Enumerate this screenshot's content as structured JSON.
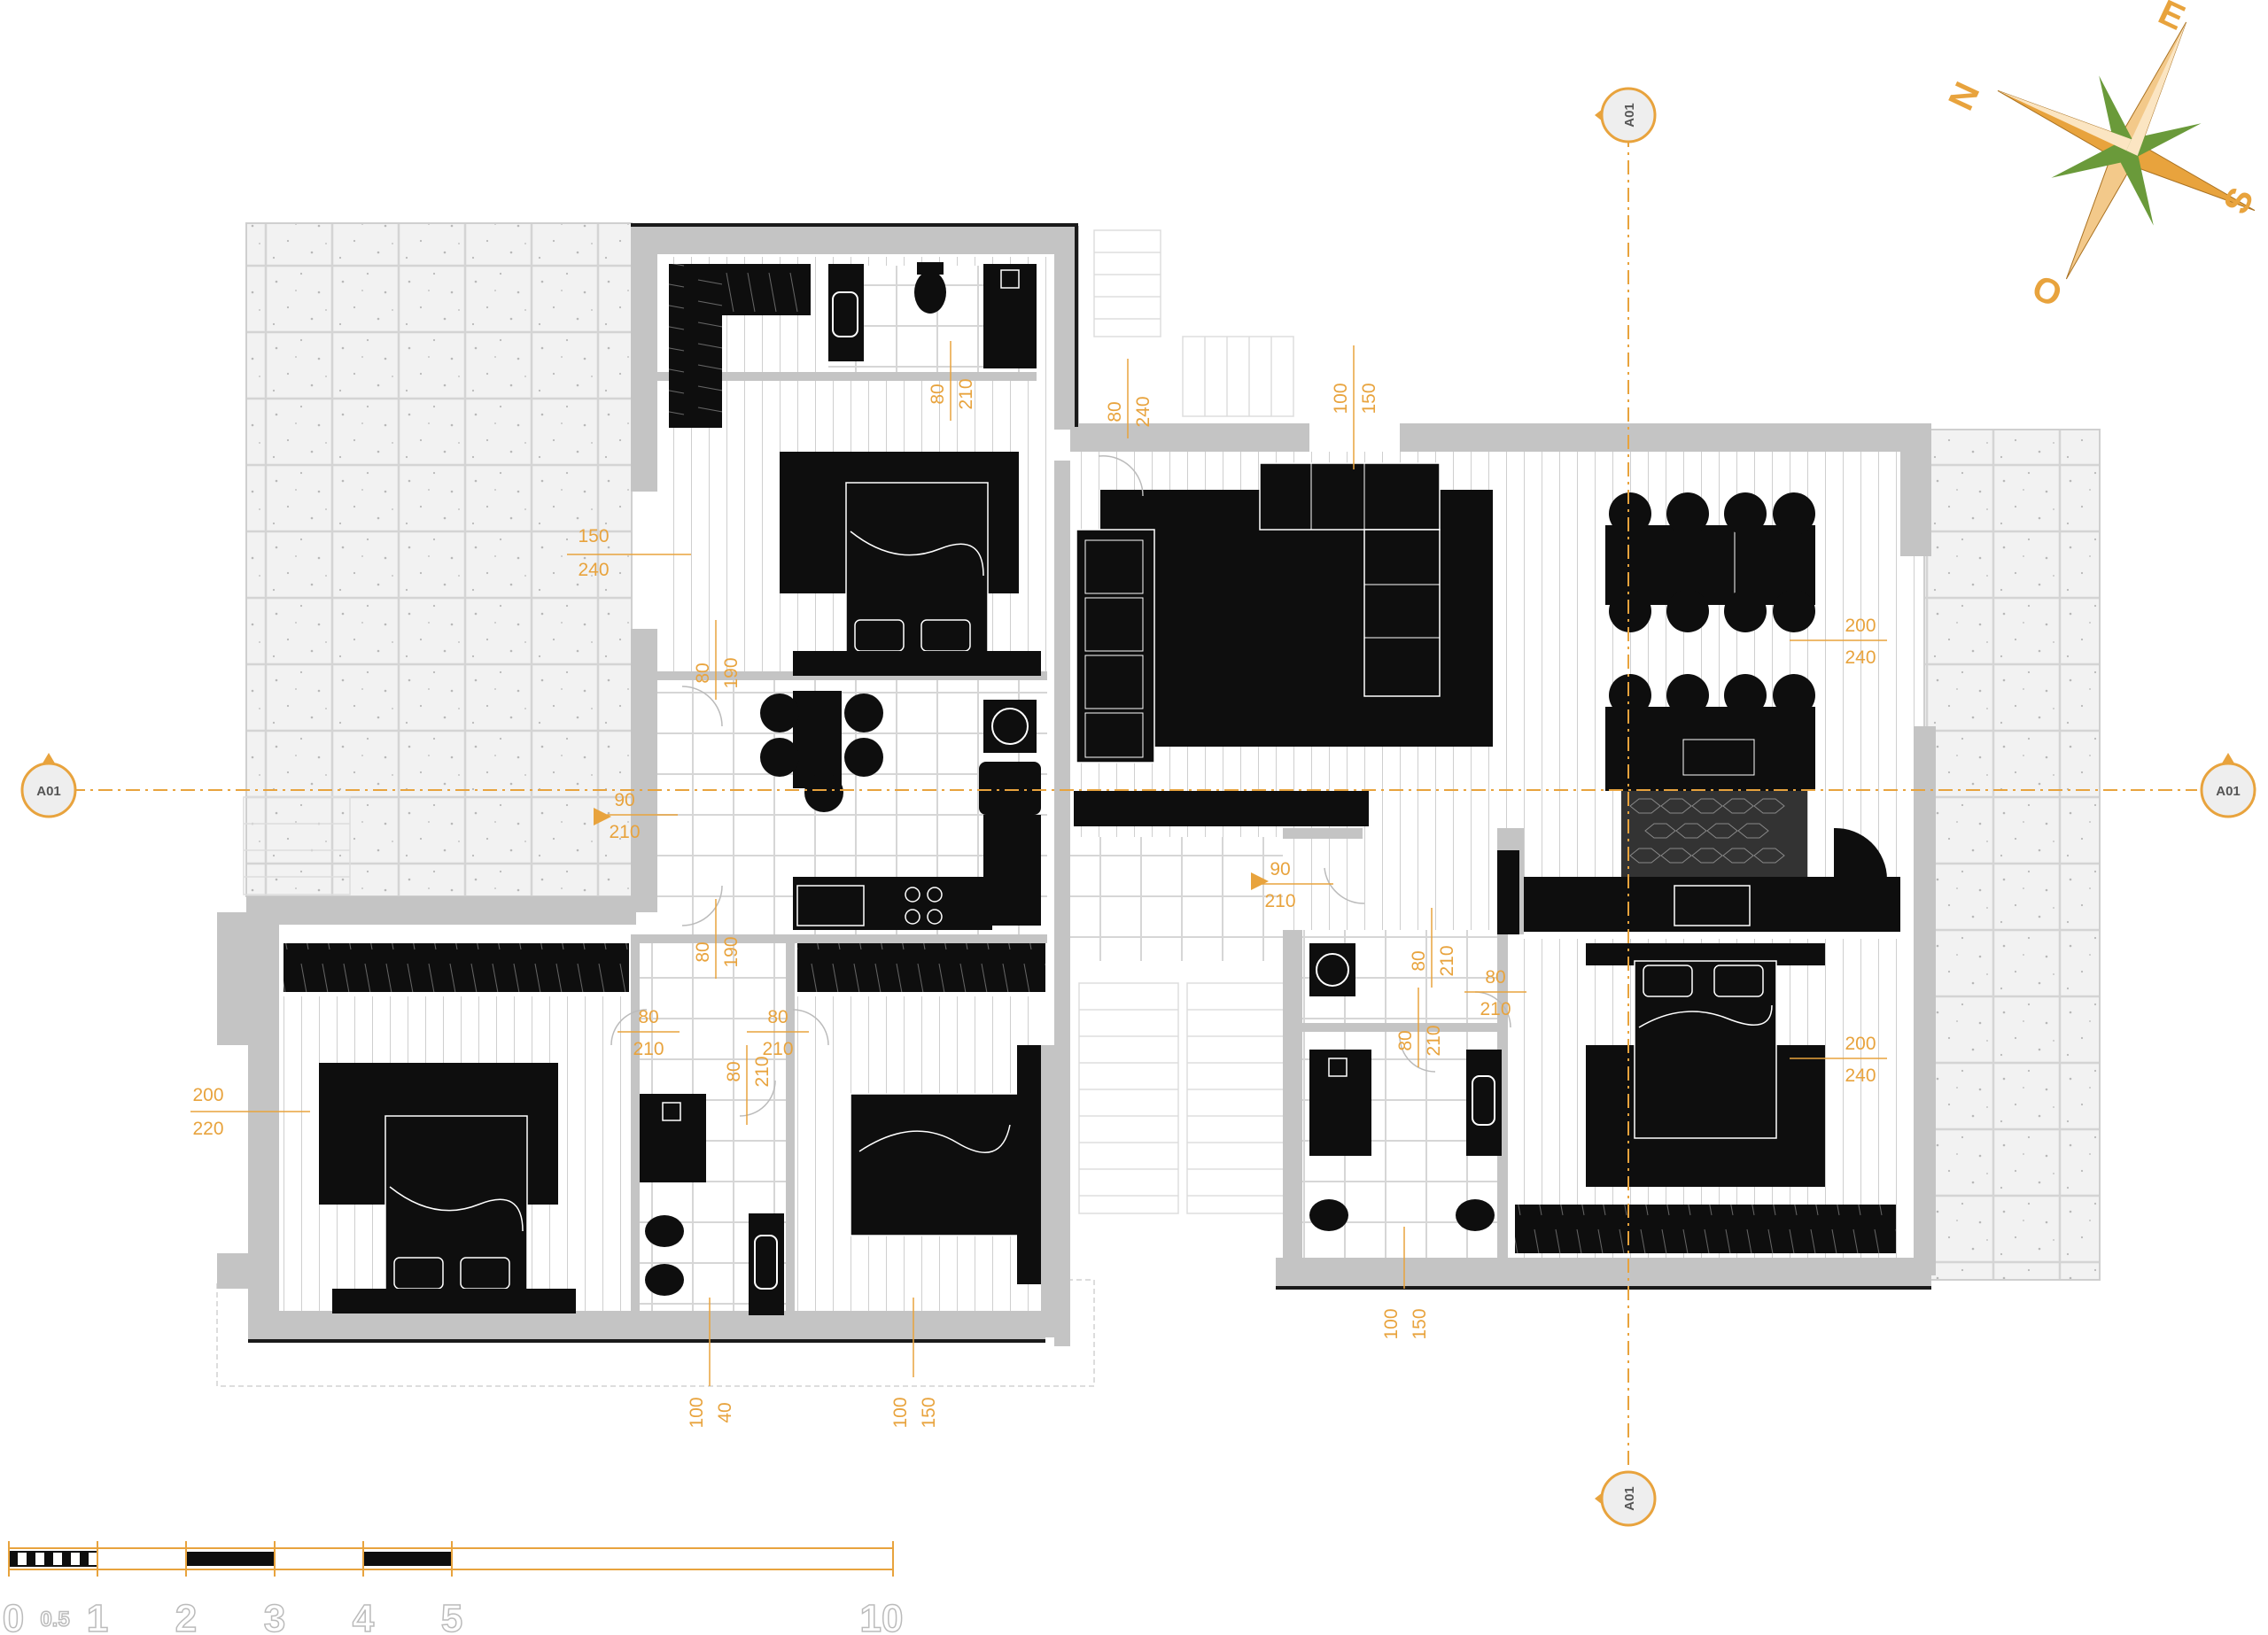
{
  "colors": {
    "accent": "#e8a33d",
    "wall": "#c4c4c4",
    "furniture": "#0e0e0e",
    "paving": "#eeeeee",
    "compass_green": "#6a9a3a"
  },
  "section_markers": {
    "label": "A01"
  },
  "compass": {
    "n": "N",
    "e": "E",
    "s": "S",
    "o": "O"
  },
  "openings": [
    {
      "w": "150",
      "h": "240"
    },
    {
      "w": "80",
      "h": "210"
    },
    {
      "w": "80",
      "h": "240"
    },
    {
      "w": "100",
      "h": "150"
    },
    {
      "w": "200",
      "h": "240"
    },
    {
      "w": "80",
      "h": "190"
    },
    {
      "w": "90",
      "h": "210"
    },
    {
      "w": "90",
      "h": "210"
    },
    {
      "w": "80",
      "h": "190"
    },
    {
      "w": "80",
      "h": "210"
    },
    {
      "w": "80",
      "h": "210"
    },
    {
      "w": "80",
      "h": "210"
    },
    {
      "w": "80",
      "h": "210"
    },
    {
      "w": "80",
      "h": "210"
    },
    {
      "w": "80",
      "h": "210"
    },
    {
      "w": "200",
      "h": "220"
    },
    {
      "w": "200",
      "h": "240"
    },
    {
      "w": "100",
      "h": "40"
    },
    {
      "w": "100",
      "h": "150"
    },
    {
      "w": "100",
      "h": "150"
    }
  ],
  "scale_bar": {
    "labels": [
      "0",
      "0.5",
      "1",
      "2",
      "3",
      "4",
      "5",
      "10"
    ]
  }
}
